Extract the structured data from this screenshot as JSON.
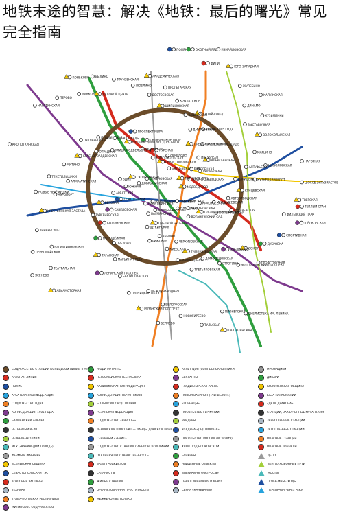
{
  "title": "地铁末途的智慧：解决《地铁：最后的曙光》常见完全指南",
  "colors": {
    "ring": "#6b4c2a",
    "red": "#d52b1e",
    "green": "#2e9e3e",
    "blue": "#1f4fa0",
    "lightblue": "#27a3dd",
    "orange": "#f07f23",
    "purple": "#7e3a8e",
    "yellow": "#f3c700",
    "gray": "#9a9a9a",
    "lime": "#a3cf3a",
    "teal": "#4ab9b9",
    "grayblue": "#a9b8c6"
  },
  "icons": {
    "hazard": "triangle-warning-icon",
    "faction": "circle-emblem-icon"
  },
  "map": {
    "stations": [
      {
        "name": "МЕДВЕДКОВО"
      },
      {
        "name": "БАБУШКИНСКАЯ"
      },
      {
        "name": "СВИБЛОВО"
      },
      {
        "name": "БОТАНИЧЕСКИЙ САД"
      },
      {
        "name": "ВДНХ"
      },
      {
        "name": "АЛЕКСЕЕВСКАЯ"
      },
      {
        "name": "РИЖСКАЯ"
      },
      {
        "name": "ПРОСПЕКТ МИРА"
      },
      {
        "name": "СУХАРЕВСКАЯ"
      },
      {
        "name": "ТУРГЕНЕВСКАЯ"
      },
      {
        "name": "КИТАЙ-ГОРОД"
      },
      {
        "name": "ТРЕТЬЯКОВСКАЯ"
      },
      {
        "name": "ОКТЯБРЬСКАЯ"
      },
      {
        "name": "ШАБОЛОВСКАЯ"
      },
      {
        "name": "ЛЕНИНСКИЙ ПРОСПЕКТ"
      },
      {
        "name": "АКАДЕМИЧЕСКАЯ"
      },
      {
        "name": "ПРОФСОЮЗНАЯ"
      },
      {
        "name": "НОВЫЕ ЧЕРЁМУШКИ"
      },
      {
        "name": "КАЛУЖСКАЯ"
      },
      {
        "name": "БЕЛЯЕВО"
      },
      {
        "name": "КОНЬКОВО"
      },
      {
        "name": "ТЁПЛЫЙ СТАН"
      },
      {
        "name": "ЯСЕНЕВО"
      },
      {
        "name": "БИТЦЕВСКИЙ ПАРК"
      },
      {
        "name": "ПЛАНЕРНАЯ"
      },
      {
        "name": "СХОДНЕНСКАЯ"
      },
      {
        "name": "ТУШИНСКАЯ"
      },
      {
        "name": "ЩУКИНСКАЯ"
      },
      {
        "name": "ОКТЯБРЬСКОЕ ПОЛЕ"
      },
      {
        "name": "ПОЛЕЖАЕВСКАЯ"
      },
      {
        "name": "БЕГОВАЯ"
      },
      {
        "name": "УЛИЦА 1905 ГОДА"
      },
      {
        "name": "БАРРИКАДНАЯ"
      },
      {
        "name": "ПУШКИНСКАЯ"
      },
      {
        "name": "КУЗНЕЦКИЙ МОСТ"
      },
      {
        "name": "ТАГАНСКАЯ"
      },
      {
        "name": "ПРОЛЕТАРСКАЯ"
      },
      {
        "name": "ВОЛГОГРАДСКИЙ ПРОСПЕКТ"
      },
      {
        "name": "ТЕКСТИЛЬЩИКИ"
      },
      {
        "name": "КУЗЬМИНКИ"
      },
      {
        "name": "РЯЗАНСКИЙ ПРОСПЕКТ"
      },
      {
        "name": "ВЫХИНО"
      },
      {
        "name": "ЩЁЛКОВСКАЯ"
      },
      {
        "name": "ПЕРВОМАЙСКАЯ"
      },
      {
        "name": "ИЗМАЙЛОВСКАЯ"
      },
      {
        "name": "ПАРТИЗАНСКАЯ"
      },
      {
        "name": "СЕМЁНОВСКАЯ"
      },
      {
        "name": "ЭЛЕКТРОЗАВОДСКАЯ"
      },
      {
        "name": "БАУМАНСКАЯ"
      },
      {
        "name": "КУРСКАЯ"
      },
      {
        "name": "ПЛОЩАДЬ РЕВОЛЮЦИИ"
      },
      {
        "name": "АРБАТСКАЯ"
      },
      {
        "name": "СМОЛЕНСКАЯ"
      },
      {
        "name": "КИЕВСКАЯ"
      },
      {
        "name": "ПАРК ПОБЕДЫ"
      },
      {
        "name": "КУНЦЕВСКАЯ"
      },
      {
        "name": "МОЛОДЁЖНАЯ"
      },
      {
        "name": "КРЫЛАТСКОЕ"
      },
      {
        "name": "СТРОГИНО"
      },
      {
        "name": "МИТИНО"
      },
      {
        "name": "ВОЛОКОЛАМСКАЯ"
      },
      {
        "name": "ПЯТНИЦКОЕ ШОССЕ"
      },
      {
        "name": "ФРУНЗЕНСКАЯ"
      },
      {
        "name": "СПОРТИВНАЯ"
      },
      {
        "name": "УНИВЕРСИТЕТ"
      },
      {
        "name": "ЮГО-ЗАПАДНАЯ"
      },
      {
        "name": "ТУЛЬСКАЯ"
      },
      {
        "name": "НАГАТИНСКАЯ"
      },
      {
        "name": "НАГОРНАЯ"
      },
      {
        "name": "НАХИМОВСКИЙ ПРОСПЕКТ"
      },
      {
        "name": "СЕВАСТОПОЛЬСКАЯ"
      },
      {
        "name": "ЧЕРТАНОВСКАЯ"
      },
      {
        "name": "ЮЖНАЯ"
      },
      {
        "name": "ПРАЖСКАЯ"
      },
      {
        "name": "АННИНО"
      },
      {
        "name": "БУЛЬВАР ДМИТРИЯ ДОНСКОГО"
      },
      {
        "name": "АВТОЗАВОДСКАЯ"
      },
      {
        "name": "КОЛОМЕНСКАЯ"
      },
      {
        "name": "КАШИРСКАЯ"
      },
      {
        "name": "ДОМОДЕДОВСКАЯ"
      },
      {
        "name": "КРАСНОГВАРДЕЙСКАЯ"
      },
      {
        "name": "МАРЬИНО"
      },
      {
        "name": "БРАТИСЛАВСКАЯ"
      },
      {
        "name": "ЛЮБЛИНО"
      },
      {
        "name": "ДУБРОВКА"
      },
      {
        "name": "КРЕСТЬЯНСКАЯ ЗАСТАВА"
      },
      {
        "name": "ЖУЛЕБИНО"
      },
      {
        "name": "НОВОГИРЕЕВО"
      },
      {
        "name": "ПЕРОВО"
      },
      {
        "name": "ШОССЕ ЭНТУЗИАСТОВ"
      },
      {
        "name": "АВИАМОТОРНАЯ"
      },
      {
        "name": "ПОЛЯНКА"
      },
      {
        "name": "СЕРПУХОВСКАЯ"
      },
      {
        "name": "ДОБРЫНИНСКАЯ"
      },
      {
        "name": "ПАВЕЛЕЦКАЯ"
      },
      {
        "name": "ЦВЕТНОЙ БУЛЬВАР"
      },
      {
        "name": "ЧЕХОВСКАЯ"
      },
      {
        "name": "МЕНДЕЛЕЕВСКАЯ"
      },
      {
        "name": "САВЁЛОВСКАЯ"
      },
      {
        "name": "ДМИТРОВСКАЯ"
      },
      {
        "name": "ТИМИРЯЗЕВСКАЯ"
      },
      {
        "name": "ОТРАДНОЕ"
      },
      {
        "name": "АЛТУФЬЕВО"
      },
      {
        "name": "МАРЬИНА РОЩА"
      },
      {
        "name": "ДОСТОЕВСКАЯ"
      },
      {
        "name": "СОКОЛ"
      },
      {
        "name": "АЭРОПОРТ"
      },
      {
        "name": "ДИНАМО"
      },
      {
        "name": "БЕЛОРУССКАЯ"
      },
      {
        "name": "МАЯКОВСКАЯ"
      },
      {
        "name": "ТВЕРСКАЯ"
      },
      {
        "name": "ТЕАТРАЛЬНАЯ"
      },
      {
        "name": "ОХОТНЫЙ РЯД"
      },
      {
        "name": "БИБЛИОТЕКА ИМ. ЛЕНИНА"
      },
      {
        "name": "КРОПОТКИНСКАЯ"
      },
      {
        "name": "ПАРК КУЛЬТУРЫ"
      },
      {
        "name": "ВОРОБЬЁВЫ ГОРЫ"
      },
      {
        "name": "КОМСОМОЛЬСКАЯ"
      },
      {
        "name": "КРАСНОСЕЛЬСКАЯ"
      },
      {
        "name": "СОКОЛЬНИКИ"
      },
      {
        "name": "ПРЕОБРАЖЕНСКАЯ ПЛОЩАДЬ"
      },
      {
        "name": "ЧЕРКИЗОВСКАЯ"
      },
      {
        "name": "УЛИЦА ПОДБЕЛЬСКОГО"
      },
      {
        "name": "ЦАРИЦЫНО"
      },
      {
        "name": "ОРЕХОВО"
      },
      {
        "name": "ШИПИЛОВСКАЯ"
      },
      {
        "name": "ЗЯБЛИКОВО"
      },
      {
        "name": "АЛМА-АТИНСКАЯ"
      },
      {
        "name": "ВЫСТАВОЧНАЯ"
      },
      {
        "name": "МЕЖДУНАРОДНАЯ"
      },
      {
        "name": "ДЕЛОВОЙ ЦЕНТР"
      },
      {
        "name": "ФИЛЁВСКИЙ ПАРК"
      },
      {
        "name": "БАГРАТИОНОВСКАЯ"
      },
      {
        "name": "ФИЛИ"
      },
      {
        "name": "ПИОНЕРСКАЯ"
      }
    ]
  },
  "legend": {
    "columns": [
      {
        "items": [
          {
            "label": "СОДРУЖЕСТВО СТАНЦИЙ КОЛЬЦЕВОЙ ЛИНИИ (ГАНЗА)",
            "color": "#6b4c2a"
          },
          {
            "label": "КРАСНАЯ ЛИНИЯ",
            "color": "#d52b1e"
          },
          {
            "label": "ПОЛИС",
            "color": "#1f4fa0"
          },
          {
            "label": "АРБАТСКАЯ КОНФЕДЕРАЦИЯ",
            "color": "#27a3dd"
          },
          {
            "label": "СОДРУЖЕСТВО ВДНХ",
            "color": "#f07f23"
          },
          {
            "label": "КОНФЕДЕРАЦИЯ 1905 ГОДА",
            "color": "#7e3a8e"
          },
          {
            "label": "БАУМАНСКИЙ АЛЬЯНС",
            "color": "#2e9e3e"
          },
          {
            "label": "ЧЕТВЁРТЫЙ РЕЙХ",
            "color": "#333333"
          },
          {
            "label": "ЧЕРВЕЛЕНКОЛИКИ",
            "color": "#a3cf3a"
          },
          {
            "label": "МГУ («КУНИРЕДОЙ ГОРОД»)",
            "color": "#4ab9b9"
          },
          {
            "label": "ФЕРМЫ И ФАБРИКИ",
            "color": "#9a9a9a"
          },
          {
            "label": "ВСЕНЕВСКАЯ ОБЩИНА",
            "color": "#f3c700"
          },
          {
            "label": "СЕВАСТОПОЛЬСКАЯ ГЭС",
            "color": "#1f4fa0"
          },
          {
            "label": "ТОРГОВЫЕ ЗАСТАВЫ",
            "color": "#d52b1e"
          },
          {
            "label": "ТЕХНИКИ",
            "color": "#a9b8c6"
          },
          {
            "label": "ТУЛЬЯ-ПОЛЬСКАЯ РЕСПУБЛИКА",
            "color": "#f07f23"
          },
          {
            "label": "МИТИНСКОЕ СОДРУЖЕСТВО",
            "color": "#7e3a8e"
          }
        ]
      },
      {
        "items": [
          {
            "label": "ЛЮДИ МУТАНТЫ",
            "color": "#2e9e3e"
          },
          {
            "label": "ПЕРВОМАЙСКАЯ РЕСПУБЛИКА",
            "color": "#d52b1e"
          },
          {
            "label": "КАЛИНИНСКАЯ КОНФЕДЕРАЦИЯ",
            "color": "#f3c700"
          },
          {
            "label": "КОНФЕДЕРАЦИЯ ПЕЧАТНИКОВ",
            "color": "#27a3dd"
          },
          {
            "label": "БОЛЬШОЙ ГОРОД ТУШИНО",
            "color": "#a3cf3a"
          },
          {
            "label": "РЕЗАНСКАЯ ФЕДЕРАЦИЯ",
            "color": "#7e3a8e"
          },
          {
            "label": "СОДРУЖЕСТВО «ЕВРОПЫ»",
            "color": "#f07f23"
          },
          {
            "label": "ЛЕНИНСКИЙ ПРОСПЕКТ — ЛАНДЫ ДОНСКОЙ КОНГЛОМЕРАТ (ЦЕНТР)",
            "color": "#333333"
          },
          {
            "label": "СЕВЕРНЫЙ «ЗЕНИТ»",
            "color": "#1f4fa0"
          },
          {
            "label": "СОДРУЖЕСТВО СТАНЦИЙ САВЁЛОВСКОЙ ЛИНИИ",
            "color": "#9a9a9a"
          },
          {
            "label": "ОТЕЛЬНАЯ ПРОСТРАНСТВЕННОСТЬ",
            "color": "#4ab9b9"
          },
          {
            "label": "БАЗЫ ТРОЦКИСТОВ",
            "color": "#d52b1e"
          },
          {
            "label": "САТАНИСТЫ",
            "color": "#333333"
          },
          {
            "label": "ЖИЛЫЕ СТАНЦИИ",
            "color": "#2e9e3e"
          },
          {
            "label": "ОРГАНИЗОВАННАЯ ПРЕСТУПНОСТЬ",
            "color": "#a9b8c6"
          },
          {
            "label": "МЕЖКЕНОНЫЕ ТОЛЬКО",
            "color": "#f3c700"
          }
        ]
      },
      {
        "items": [
          {
            "label": "КУЛЬТ ЦОЯ (СОЛНЦЕПОКЛОННИКИ)",
            "color": "#f3c700"
          },
          {
            "label": "СЕКТАНТЫ",
            "color": "#7e3a8e"
          },
          {
            "label": "ГЛАДИАТОРСКАЯ АРЕНА",
            "color": "#d52b1e"
          },
          {
            "label": "НОВЫЙ ВАВИЛОН («ЧЕРВЕЛОН»)",
            "color": "#f07f23"
          },
          {
            "label": "«ГОРЕНЦЫ»",
            "color": "#27a3dd"
          },
          {
            "label": "ПОСОЛЬСТВО ГЕРМАНИИ",
            "color": "#333333"
          },
          {
            "label": "РЕЙДЕРЫ",
            "color": "#a3cf3a"
          },
          {
            "label": "УСАДЬБА «ДЕД МОРОЗА»",
            "color": "#1f4fa0"
          },
          {
            "label": "ПОСОЛЬСТВО РОССИИ (ИСТОРИЯ)",
            "color": "#9a9a9a"
          },
          {
            "label": "ХРАМ ПОД БЛОКОВСКОЙ",
            "color": "#4ab9b9"
          },
          {
            "label": "БУНКЕРЫ",
            "color": "#2e9e3e"
          },
          {
            "label": "НАЙДЕННЫЕ ОБЪЕКТЫ",
            "color": "#f07f23"
          },
          {
            "label": "ВПЕРИКИНИ «МАТРОСЫ»",
            "color": "#d52b1e"
          },
          {
            "label": "ПАВЕЛ ИВАНОВИЧ И МЕРУС",
            "color": "#7e3a8e"
          },
          {
            "label": "СЕРАЯ «КАНИБАЛЫ»",
            "color": "#a9b8c6"
          }
        ]
      },
      {
        "items": [
          {
            "label": "МУСОРЩИКИ",
            "color": "#9a9a9a"
          },
          {
            "label": "ДИКАРИ",
            "color": "#2e9e3e"
          },
          {
            "label": "КОЛОМЕНСКАЯ ОБЩИНА",
            "color": "#f3c700"
          },
          {
            "label": "БАЗА НАРКОМАНИИ",
            "color": "#7e3a8e"
          },
          {
            "label": "«ДЕТИ ДРАКОНА»",
            "color": "#d52b1e"
          },
          {
            "label": "СТАНЦИИ, ЗАХВАЧЕННЫЕ МУТАНТАМИ",
            "color": "#333333"
          },
          {
            "label": "ЗАБРОШЕННЫЕ СТАНЦИИ",
            "color": "#a9b8c6"
          },
          {
            "label": "ЗАТОПЛЕННЫЕ СТАНЦИИ",
            "color": "#27a3dd"
          },
          {
            "label": "ОПАСНЫЕ СТАНЦИИ",
            "color": "#f07f23"
          },
          {
            "label": "ОПАСНЫЕ ТОННЕЛИ",
            "color": "#d52b1e"
          },
          {
            "label": "ДЕПО",
            "color": "#9a9a9a"
          },
          {
            "label": "ВЕНТИЛЯЦИОННЫЕ ПУТИ",
            "color": "#a3cf3a"
          },
          {
            "label": "МОСТЫ",
            "color": "#4ab9b9"
          },
          {
            "label": "ПОДЗЕМНЫЕ ХОДЫ",
            "color": "#1f4fa0"
          },
          {
            "label": "ПЕРЕПРАВА ЧЕРЕЗ РЕКУ",
            "color": "#27a3dd"
          }
        ]
      }
    ]
  }
}
